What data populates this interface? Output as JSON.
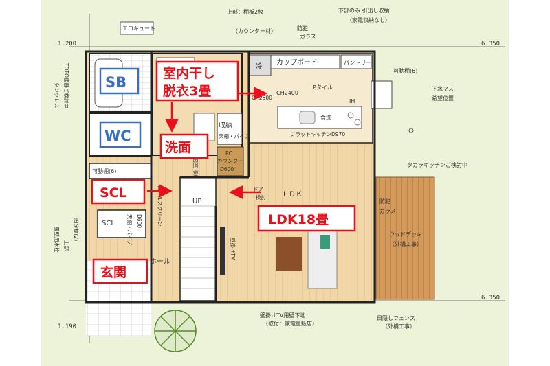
{
  "plan": {
    "dimensions": {
      "top_left": "1.200",
      "top_right": "6.350",
      "bottom_left": "1.190",
      "bottom_right": "6.350"
    },
    "notes": {
      "ekokyuto": "エコキュート",
      "top_shelf": "上部：棚板2枚",
      "counter_material": "（カウンター材）",
      "bouhan_glass_top": "防犯\nガラス",
      "lower_drawer": "下部のみ 引出し収納",
      "no_appliance": "（家電収納なし）",
      "kabusho": "可動棚(6)",
      "sewer": "下水マス\n希望位置",
      "tanks_toto": "タンクレス\nTOTO便器ご検討中",
      "takara": "タカラキッチンご検討中",
      "bouhan_glass_right": "防犯\nガラス",
      "wood_deck": "ウッドデッキ\n（外構工事）",
      "tv_base": "壁掛けTV用壁下地",
      "tv_base_sub": "（取付：家電量販店）",
      "hiyoke": "日隠しフェンス\n（外構工事）",
      "upper_fixed": "上部\n固定棚(2)",
      "lower_fixed": "腰壁用水栓"
    },
    "fixtures": {
      "fridge": "冷",
      "cupboard": "カップボード",
      "pantry": "パントリー",
      "ch2400": "CH2400",
      "ch2500": "CH2500",
      "ptile": "Pタイル",
      "ih": "IH",
      "dishwasher": "食洗",
      "flat_kitchen": "フラットキッチンD970",
      "storage": "収納",
      "storage_sub": "天棚・パイプ",
      "pc_counter": "PC\nカウンター\nD600",
      "kabusho_left": "可動棚(6)",
      "scl_small": "SCL",
      "scl_sub": "天棚・パイプ\nD600",
      "up": "UP",
      "hall": "ホール",
      "ldk": "ＬＤＫ",
      "wall_tv": "壁掛けTV",
      "door_note": "ドア\n検討",
      "laundry_sub": "洗面室\n収納",
      "vertical_note": "ロールスクリーン"
    },
    "labels": {
      "sb": "SB",
      "wc": "WC",
      "drying_l1": "室内干し",
      "drying_l2": "脱衣3畳",
      "washroom": "洗面",
      "scl": "SCL",
      "ldk18": "LDK18畳",
      "entrance": "玄関"
    },
    "colors": {
      "floor": "#f1d7a8",
      "floor_line": "#dcc08e",
      "kitchen": "#f6ead0",
      "deck": "#d49a5c",
      "deck_line": "#a8703c",
      "wall": "#222222",
      "lawn": "#ecf3d8",
      "red": "#e8101a",
      "blue": "#3a70c4"
    }
  }
}
